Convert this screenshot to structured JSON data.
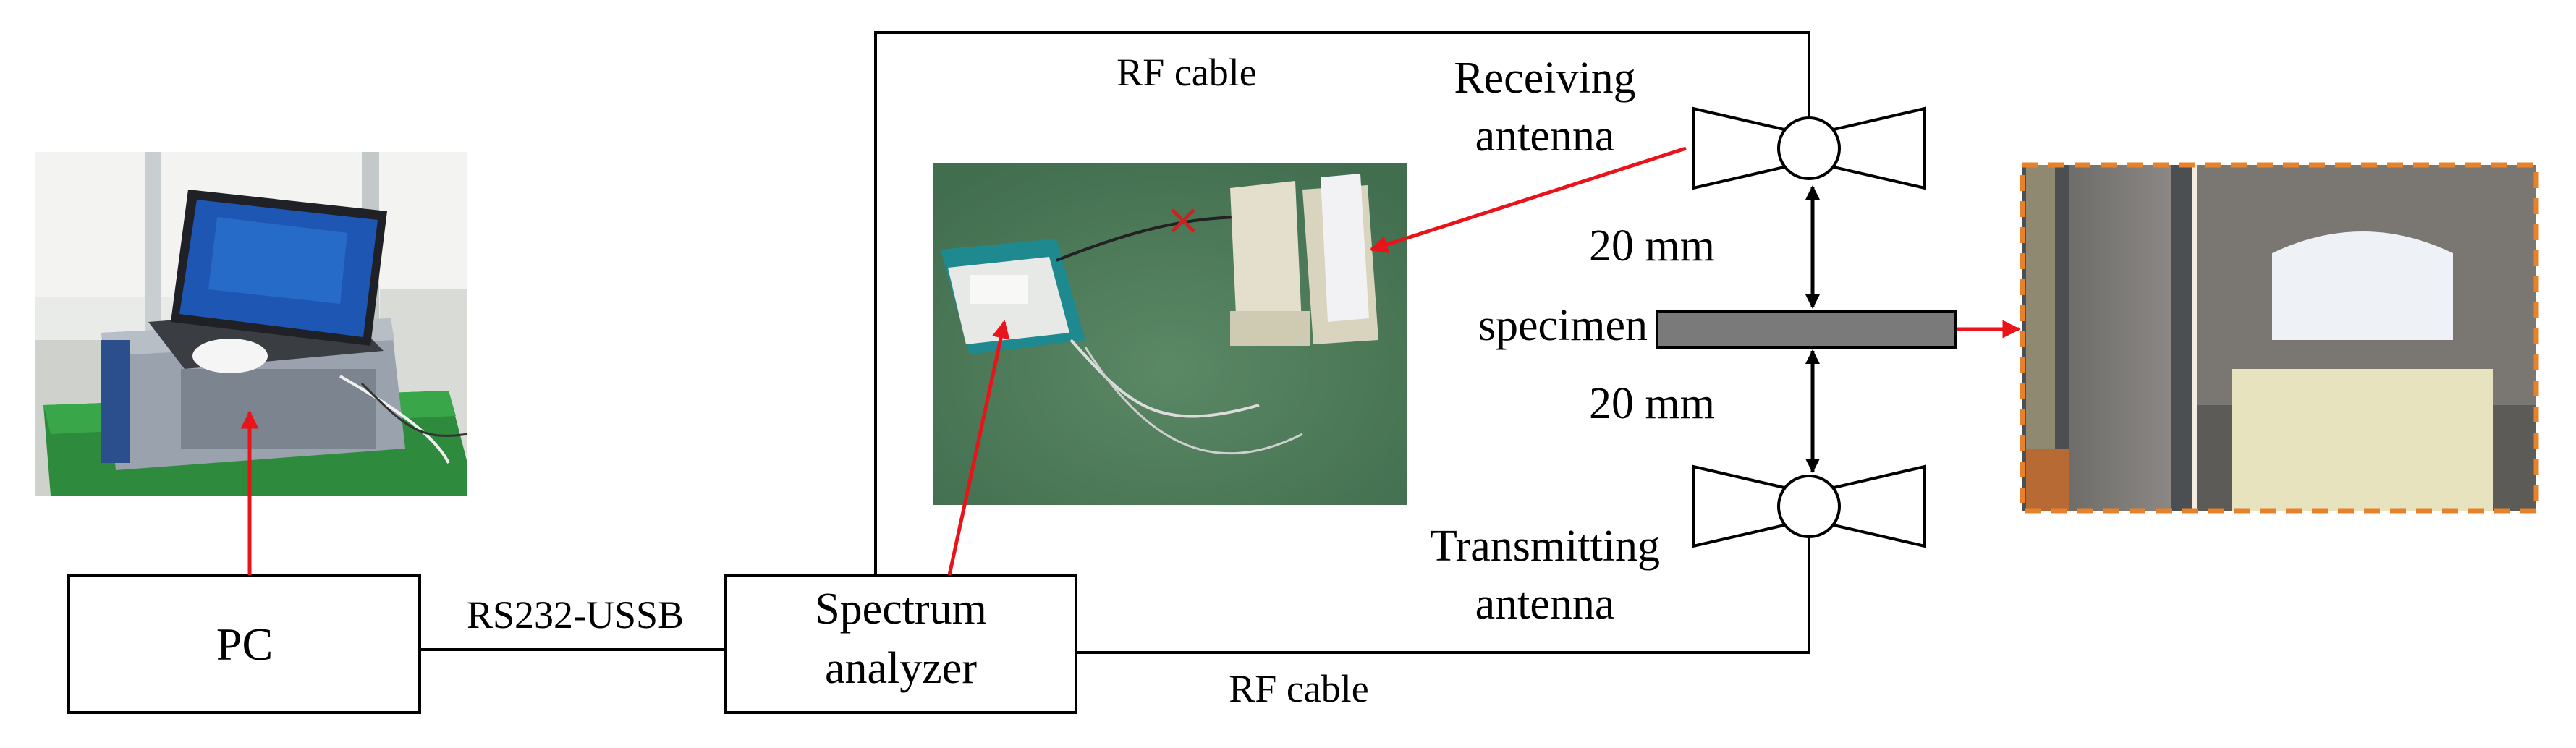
{
  "labels": {
    "pc": "PC",
    "interface_link": "RS232-USSB",
    "analyzer_line1": "Spectrum",
    "analyzer_line2": "analyzer",
    "rf_cable_top": "RF cable",
    "rf_cable_bottom": "RF cable",
    "receiving_line1": "Receiving",
    "receiving_line2": "antenna",
    "transmitting_line1": "Transmitting",
    "transmitting_line2": "antenna",
    "specimen": "specimen",
    "gap_top": "20 mm",
    "gap_bottom": "20 mm"
  },
  "colors": {
    "line": "#000000",
    "arrow": "#e8141a",
    "specimen_fill": "#7a7a7a",
    "photo_border": "#e8822a"
  },
  "photos": [
    "laptop-and-analyzer-photo",
    "field-setup-photo",
    "specimen-photo"
  ]
}
